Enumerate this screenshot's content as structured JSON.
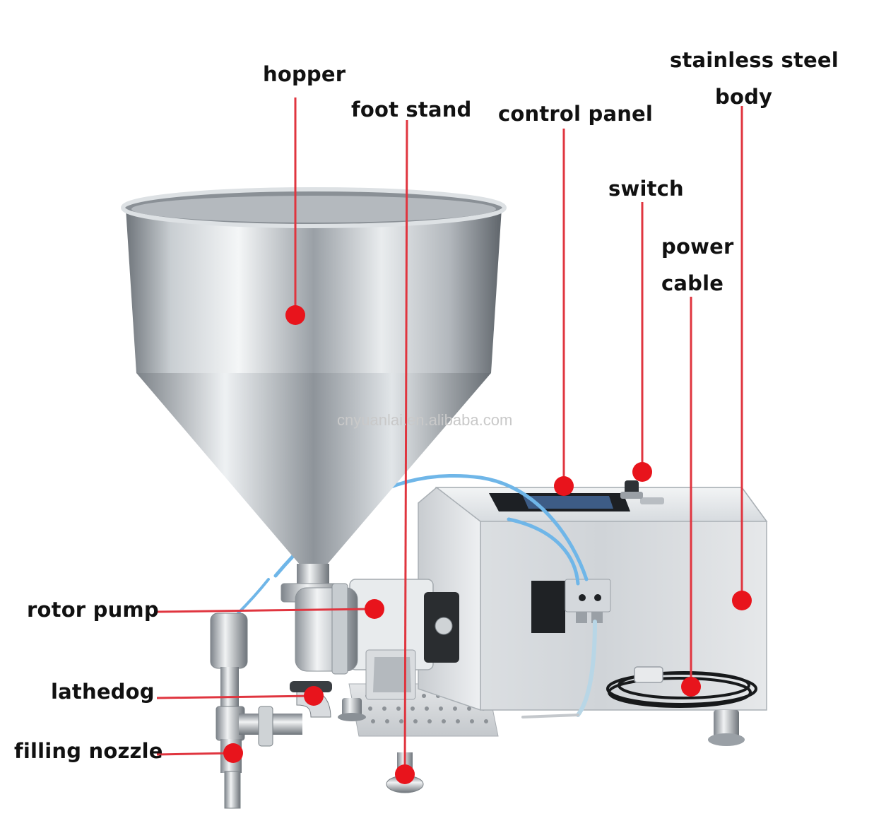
{
  "labels": {
    "hopper": "hopper",
    "foot_stand": "foot stand",
    "control_panel": "control panel",
    "stainless_steel_body_line1": "stainless steel",
    "stainless_steel_body_line2": "body",
    "switch": "switch",
    "power_cable_line1": "power",
    "power_cable_line2": "cable",
    "rotor_pump": "rotor pump",
    "lathedog": "lathedog",
    "filling_nozzle": "filling nozzle"
  },
  "watermark": "cnyuanlai.en.alibaba.com",
  "colors": {
    "leader_line": "#e0353f",
    "marker_dot": "#e8141c",
    "label_text": "#111111"
  }
}
